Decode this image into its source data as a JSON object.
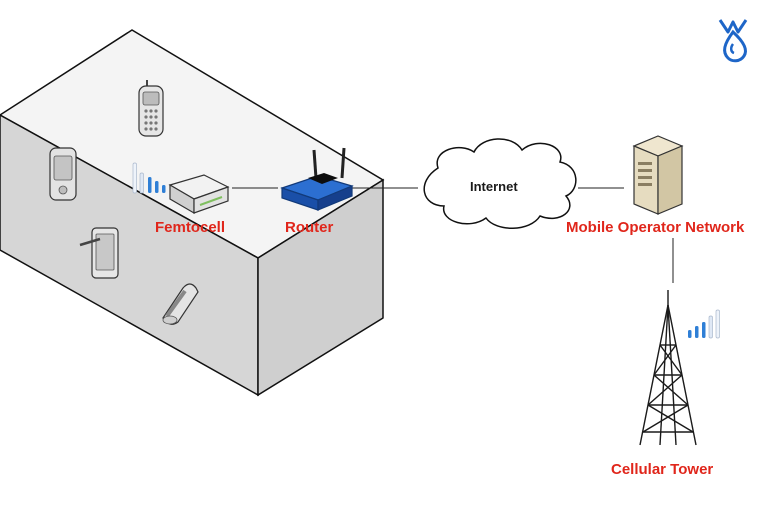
{
  "labels": {
    "femtocell": "Femtocell",
    "router": "Router",
    "internet": "Internet",
    "mobile_operator_network": "Mobile Operator Network",
    "cellular_tower": "Cellular Tower"
  },
  "colors": {
    "label_red": "#e0261b",
    "building_front": "#d9d9d9",
    "building_top": "#f2f2f2",
    "router_blue": "#1f5fbf",
    "signal_blue": "#2f7fd6",
    "logo_blue": "#1e66c8"
  },
  "icons": [
    "mobile-phone-icon",
    "pda-icon",
    "tablet-icon",
    "flip-phone-icon",
    "femtocell-icon",
    "router-icon",
    "cloud-icon",
    "server-icon",
    "cell-tower-icon",
    "signal-bars-icon",
    "logo-icon"
  ]
}
